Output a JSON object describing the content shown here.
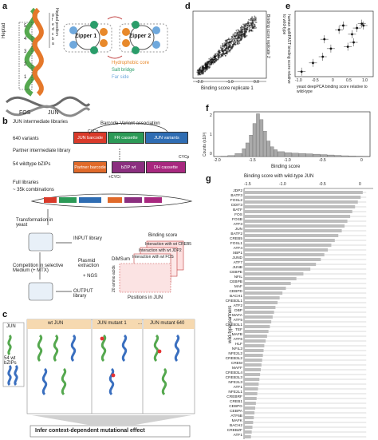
{
  "panels": {
    "a": "a",
    "b": "b",
    "c": "c",
    "d": "d",
    "e": "e",
    "f": "f",
    "g": "g"
  },
  "panel_a": {
    "heptad_label": "Heptad",
    "heptad_position_label": "Heptad position",
    "heptad_numbers": [
      "5",
      "4",
      "3",
      "2",
      "1"
    ],
    "positions": [
      "g",
      "f",
      "e",
      "d",
      "c",
      "b",
      "a"
    ],
    "zipper1": "Zipper 1",
    "zipper2": "Zipper 2",
    "wheel_letters": [
      "d",
      "a",
      "g",
      "e",
      "b",
      "f",
      "c",
      "a",
      "d",
      "e",
      "g",
      "b",
      "f",
      "c"
    ],
    "legend": [
      {
        "label": "Hydrophobic core",
        "color": "#e8892b"
      },
      {
        "label": "Salt bridge",
        "color": "#2a9d6a"
      },
      {
        "label": "Far side",
        "color": "#6fa8dc"
      }
    ],
    "fos": "FOS",
    "jun": "JUN"
  },
  "panel_b": {
    "jun_lib": "JUN intermediate libraries",
    "jun_lib_count": "640 variants",
    "barcode_assoc": "Barcode-Variant association",
    "cycp": "CYCp",
    "jun_barcode": "JUN barcode",
    "fr_cassette": "FR cassette",
    "jun_variants": "JUN variants",
    "partner_lib": "Partner intermediate library",
    "partner_count": "54 wildtype bZIPs",
    "partner_barcode": "Partner barcode",
    "bzip_wt": "bZIP wt",
    "dh_cassette": "DH cassette",
    "cyct": "+CYCt",
    "full_lib": "Full libraries",
    "full_count": "~ 35k combinations",
    "transformation": "Transformation in yeast",
    "input": "INPUT library",
    "plasmid": "Plasmid extraction",
    "ngs": "+ NGS",
    "dimsum": "DiMSum",
    "competition": "Competition in selective Medium (+ MTX)",
    "output": "OUTPUT library",
    "binding_score": "Binding score",
    "interactions": [
      "Interaction with wt CREB5",
      "Interaction with wt JDP2",
      "Interaction with wt FOS"
    ],
    "amino_acids": "20 amino acids",
    "positions_in_jun": "Positions in JUN"
  },
  "panel_c": {
    "jun": "JUN",
    "wt_bzips": "54 wt bZIPs",
    "columns": [
      "wt JUN",
      "JUN mutant 1",
      "...",
      "JUN mutant 640"
    ],
    "bottom": "Infer context-dependent mutational effect"
  },
  "panel_d": {
    "xlabel": "Binding score replicate 1",
    "ylabel": "Binding score replicate 2",
    "ticks": [
      "-2.0",
      "-1.0",
      "0.0"
    ]
  },
  "panel_e": {
    "xlabel": "yeast deepPCA binding score relative to wild-type",
    "ylabel": "human splitFAST binding score relative to wild-type",
    "xticks": [
      "-1.0",
      "-0.5",
      "0",
      "0.5",
      "1.0"
    ],
    "yticks": [
      "1.0",
      "0.8",
      "0.6",
      "0.4",
      "0.2"
    ]
  },
  "panel_f": {
    "xlabel": "Binding score",
    "ylabel": "Counts (x10³)",
    "xticks": [
      "-2.0",
      "-1.5",
      "-1.0",
      "-0.5",
      "0"
    ],
    "yticks": [
      "0",
      "1",
      "2"
    ]
  },
  "panel_g": {
    "title": "Binding score with wild-type JUN",
    "ticks": [
      "-1.5",
      "-1.0",
      "-0.5",
      "0"
    ],
    "ylabel": "wild-type partners"
  },
  "chart_data": [
    {
      "type": "scatter",
      "title": "",
      "xlabel": "Binding score replicate 1",
      "ylabel": "Binding score replicate 2",
      "xlim": [
        -2.2,
        0.4
      ],
      "ylim": [
        -2.2,
        0.4
      ],
      "trend": {
        "x": [
          -2.0,
          -1.5,
          -1.0,
          -0.5,
          0.0
        ],
        "y": [
          -2.0,
          -1.5,
          -1.0,
          -0.5,
          0.0
        ]
      }
    },
    {
      "type": "scatter",
      "title": "",
      "xlabel": "yeast deepPCA binding score relative to wild-type",
      "ylabel": "human splitFAST binding score relative to wild-type",
      "xlim": [
        -1.2,
        1.2
      ],
      "ylim": [
        0.1,
        1.15
      ],
      "x": [
        -1.0,
        -0.65,
        -0.35,
        -0.3,
        -0.1,
        0.15,
        0.28,
        0.42,
        0.55,
        0.6,
        0.7,
        0.85,
        0.9
      ],
      "y": [
        0.18,
        0.32,
        0.42,
        0.7,
        0.55,
        0.85,
        0.92,
        0.58,
        0.78,
        0.65,
        0.88,
        0.95,
        0.92
      ]
    },
    {
      "type": "bar",
      "title": "",
      "xlabel": "Binding score",
      "ylabel": "Counts (x10³)",
      "xlim": [
        -2.1,
        0.1
      ],
      "ylim": [
        0,
        2.3
      ],
      "x": [
        -2.0,
        -1.9,
        -1.8,
        -1.7,
        -1.65,
        -1.6,
        -1.55,
        -1.5,
        -1.45,
        -1.4,
        -1.35,
        -1.3,
        -1.25,
        -1.2,
        -1.1,
        -1.0,
        -0.9,
        -0.8,
        -0.7,
        -0.6,
        -0.5,
        -0.4,
        -0.3,
        -0.2,
        -0.1,
        0.0
      ],
      "values": [
        0.02,
        0.05,
        0.15,
        0.4,
        0.7,
        1.1,
        1.7,
        2.2,
        1.9,
        1.3,
        0.8,
        0.5,
        0.35,
        0.25,
        0.2,
        0.17,
        0.15,
        0.14,
        0.12,
        0.1,
        0.08,
        0.06,
        0.04,
        0.03,
        0.02,
        0.01
      ]
    },
    {
      "type": "bar",
      "title": "Binding score with wild-type JUN",
      "xlabel": "",
      "ylabel": "wild-type partners",
      "xlim": [
        -1.75,
        0.1
      ],
      "categories": [
        "JDP2",
        "BATF3",
        "FOSL2",
        "DDIT3",
        "BATF",
        "FOS",
        "FOSB",
        "ATF3",
        "JUN",
        "BATF2",
        "CREB5",
        "FOSL1",
        "ATF4",
        "XBP1",
        "JUND",
        "ATF7",
        "JUNB",
        "CEBPE",
        "NFIL",
        "CEBPB",
        "MAF",
        "CEBPD",
        "BACH1",
        "CREB3L1",
        "ATF2",
        "DBP",
        "MAFA",
        "ATF5",
        "CREB3L1",
        "TEF",
        "MAFB",
        "ATF6",
        "HLF",
        "NFIL3",
        "NFE2L2",
        "CREB3L2",
        "CREM",
        "MAFF",
        "CREB3L4",
        "CREB3L3",
        "NFE2L3",
        "ATF1",
        "NFE2L1",
        "CREBRF",
        "CREB1",
        "CEBPG",
        "CEBPA",
        "ATF6B",
        "MAFK",
        "BACH2",
        "CREBZF",
        "ATF1"
      ],
      "values": [
        -0.05,
        -0.08,
        -0.12,
        -0.16,
        -0.2,
        -0.23,
        -0.27,
        -0.31,
        -0.35,
        -0.4,
        -0.45,
        -0.5,
        -0.55,
        -0.6,
        -0.65,
        -0.72,
        -0.8,
        -0.9,
        -1.0,
        -1.08,
        -1.15,
        -1.2,
        -1.24,
        -1.27,
        -1.3,
        -1.32,
        -1.34,
        -1.36,
        -1.38,
        -1.4,
        -1.42,
        -1.44,
        -1.46,
        -1.47,
        -1.48,
        -1.49,
        -1.5,
        -1.51,
        -1.52,
        -1.53,
        -1.54,
        -1.55,
        -1.56,
        -1.57,
        -1.58,
        -1.59,
        -1.6,
        -1.61,
        -1.62,
        -1.63,
        -1.64,
        -1.65
      ]
    }
  ]
}
